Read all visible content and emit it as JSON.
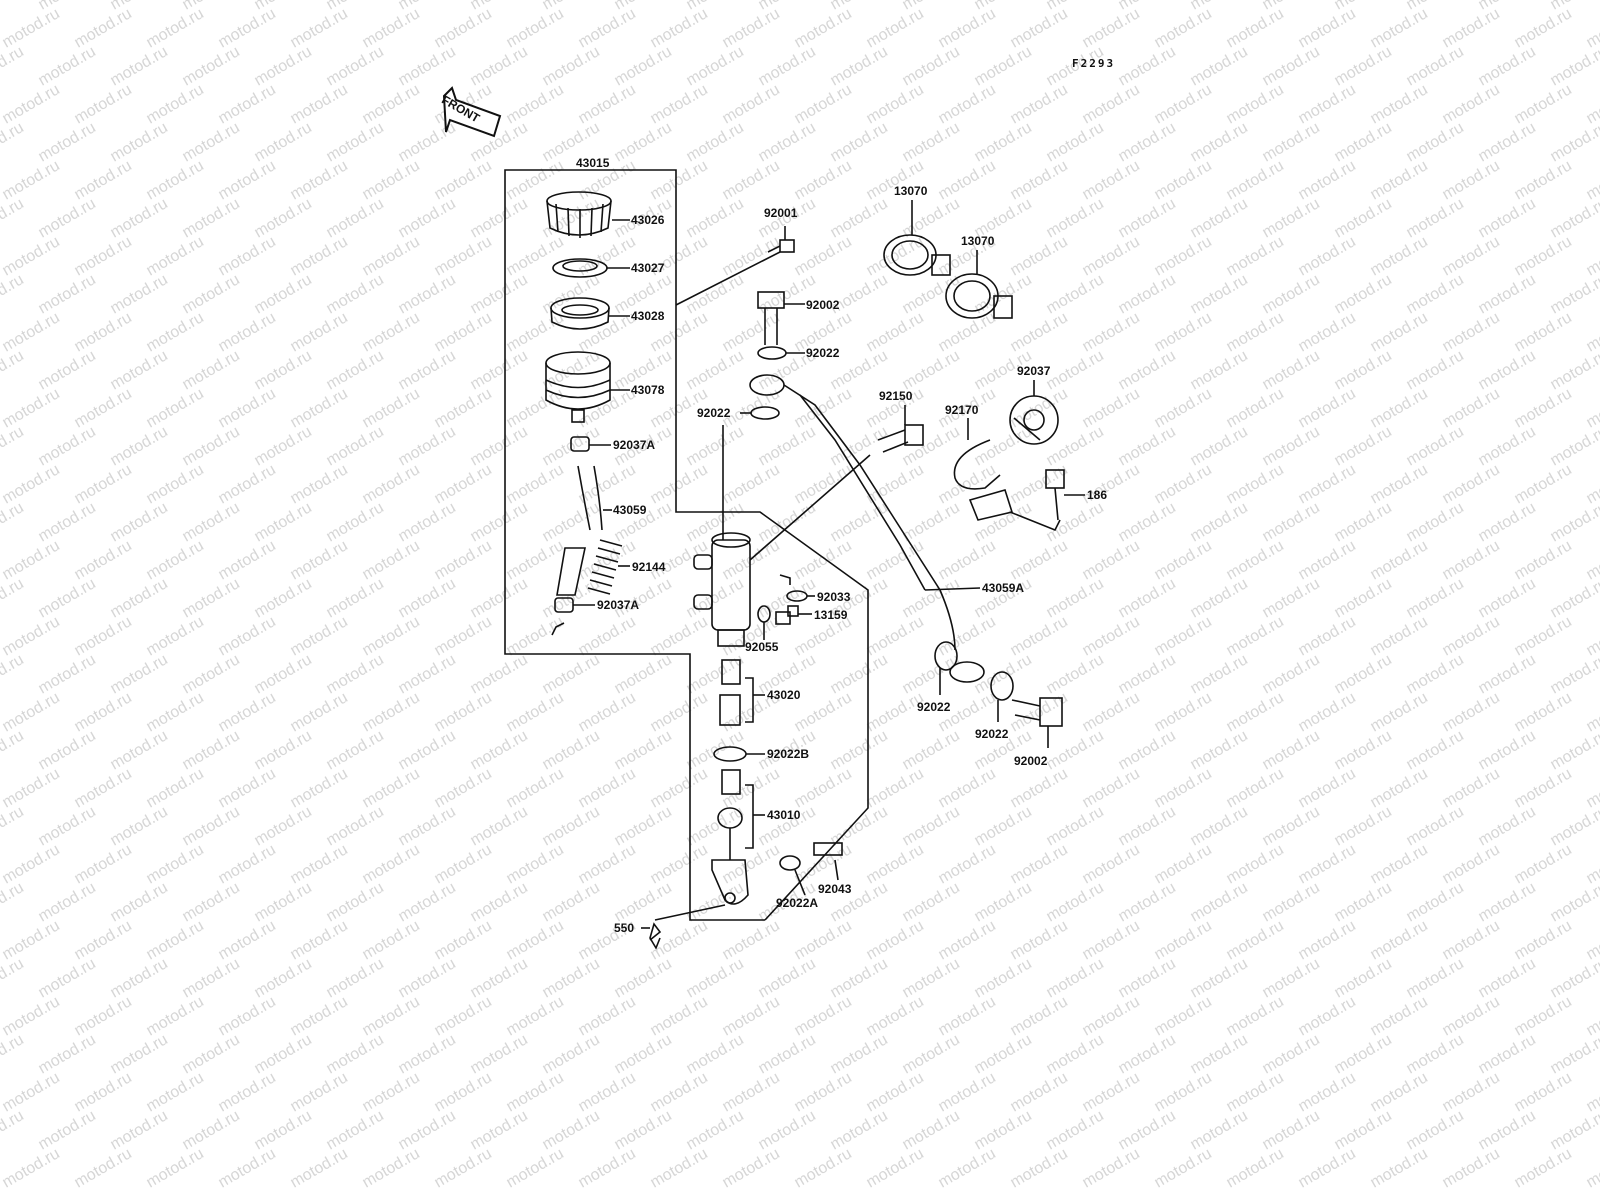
{
  "diagram": {
    "code": "F2293",
    "front_label": "FRONT",
    "watermark": "motod.ru",
    "parts": [
      {
        "id": "p43015",
        "label": "43015"
      },
      {
        "id": "p43026",
        "label": "43026"
      },
      {
        "id": "p43027",
        "label": "43027"
      },
      {
        "id": "p43028",
        "label": "43028"
      },
      {
        "id": "p43078",
        "label": "43078"
      },
      {
        "id": "p92037a_1",
        "label": "92037A"
      },
      {
        "id": "p43059",
        "label": "43059"
      },
      {
        "id": "p92144",
        "label": "92144"
      },
      {
        "id": "p92037a_2",
        "label": "92037A"
      },
      {
        "id": "p92001",
        "label": "92001"
      },
      {
        "id": "p92002_top",
        "label": "92002"
      },
      {
        "id": "p92022_1",
        "label": "92022"
      },
      {
        "id": "p92022_2",
        "label": "92022"
      },
      {
        "id": "p13070_1",
        "label": "13070"
      },
      {
        "id": "p13070_2",
        "label": "13070"
      },
      {
        "id": "p92150",
        "label": "92150"
      },
      {
        "id": "p92170",
        "label": "92170"
      },
      {
        "id": "p92037",
        "label": "92037"
      },
      {
        "id": "p186",
        "label": "186"
      },
      {
        "id": "p43059a",
        "label": "43059A"
      },
      {
        "id": "p92033",
        "label": "92033"
      },
      {
        "id": "p13159",
        "label": "13159"
      },
      {
        "id": "p92055",
        "label": "92055"
      },
      {
        "id": "p43020",
        "label": "43020"
      },
      {
        "id": "p92022b",
        "label": "92022B"
      },
      {
        "id": "p43010",
        "label": "43010"
      },
      {
        "id": "p92043",
        "label": "92043"
      },
      {
        "id": "p92022a",
        "label": "92022A"
      },
      {
        "id": "p550",
        "label": "550"
      },
      {
        "id": "p92022_3",
        "label": "92022"
      },
      {
        "id": "p92022_4",
        "label": "92022"
      },
      {
        "id": "p92002_bot",
        "label": "92002"
      }
    ]
  }
}
